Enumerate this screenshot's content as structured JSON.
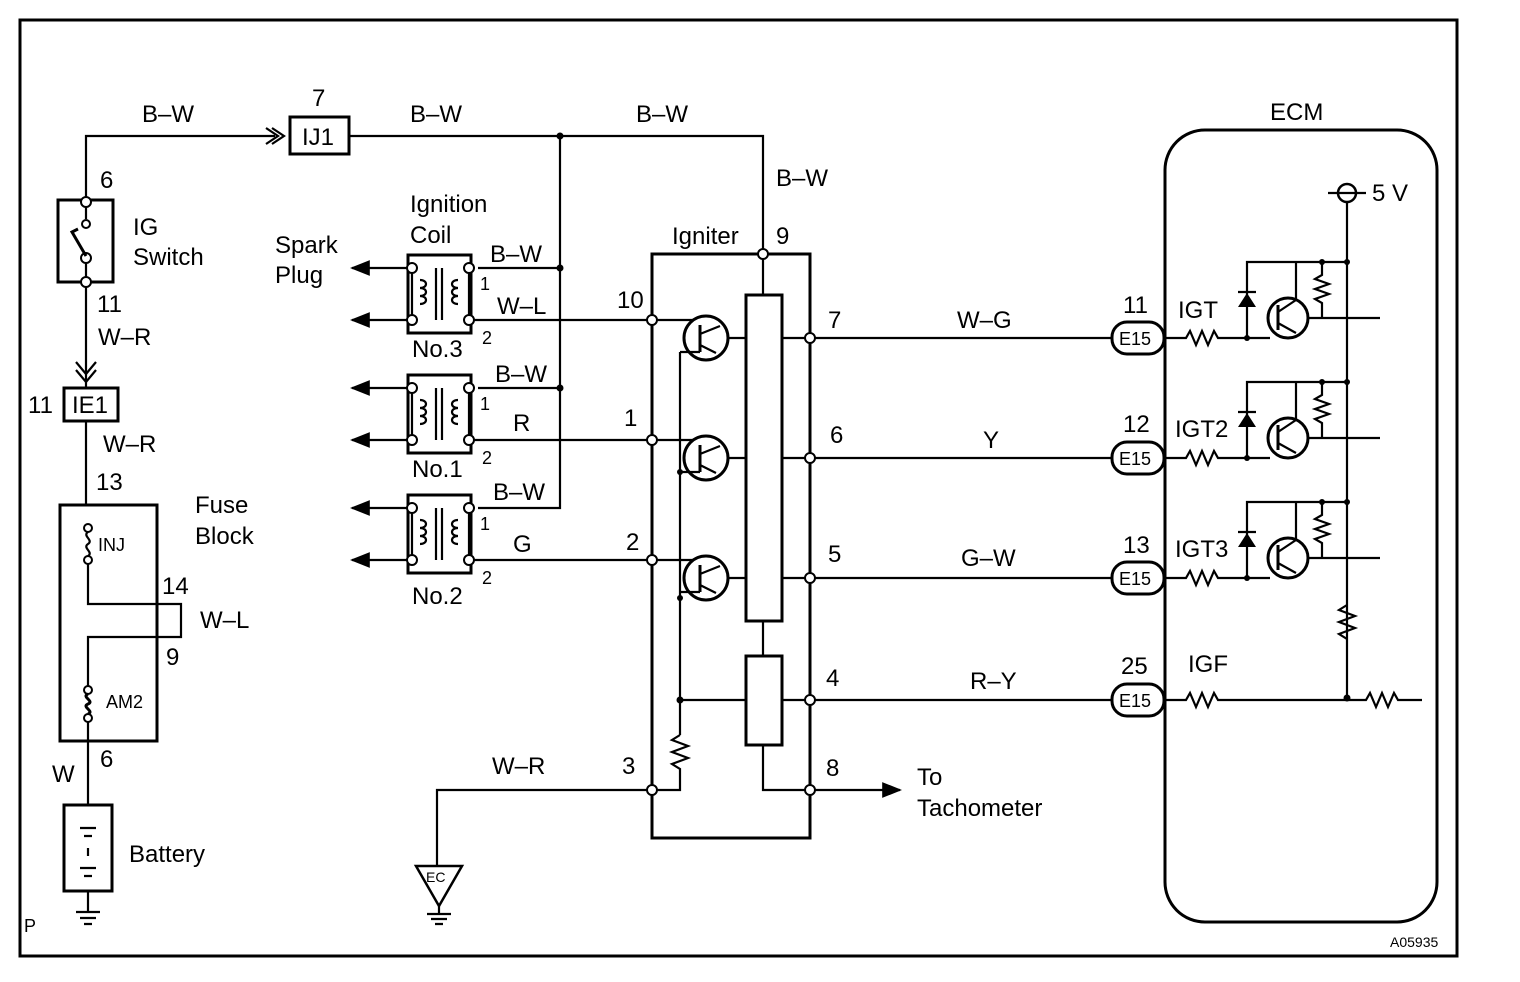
{
  "frame": {
    "corner_letter": "P",
    "figure_id": "A05935"
  },
  "wire_colors": {
    "bw": "B–W",
    "wr": "W–R",
    "wl": "W–L",
    "w": "W",
    "r": "R",
    "g": "G",
    "wg": "W–G",
    "y": "Y",
    "gw": "G–W",
    "ry": "R–Y"
  },
  "ig_switch": {
    "label_line1": "IG",
    "label_line2": "Switch",
    "pin_top": "6",
    "pin_bottom": "11"
  },
  "connector_ij1": {
    "label": "IJ1",
    "pin": "7"
  },
  "connector_ie1": {
    "label": "IE1",
    "pin": "11"
  },
  "fuse_block": {
    "label_line1": "Fuse",
    "label_line2": "Block",
    "fuse_inj": "INJ",
    "fuse_am2": "AM2",
    "pin_13": "13",
    "pin_14": "14",
    "pin_9": "9",
    "pin_6": "6"
  },
  "battery": {
    "label": "Battery"
  },
  "spark_plug": {
    "label_line1": "Spark",
    "label_line2": "Plug"
  },
  "ignition_coil": {
    "label_line1": "Ignition",
    "label_line2": "Coil",
    "coils": [
      "No.3",
      "No.1",
      "No.2"
    ],
    "pin1": "1",
    "pin2": "2"
  },
  "igniter": {
    "label": "Igniter",
    "pins": {
      "p9": "9",
      "p10": "10",
      "p1": "1",
      "p2": "2",
      "p3": "3",
      "p7": "7",
      "p6": "6",
      "p5": "5",
      "p4": "4",
      "p8": "8"
    }
  },
  "ground_ec": {
    "label": "EC"
  },
  "tachometer": {
    "line1": "To",
    "line2": "Tachometer"
  },
  "ecm": {
    "label": "ECM",
    "supply": "5 V",
    "connector": "E15",
    "signals": [
      {
        "pin": "11",
        "name": "IGT"
      },
      {
        "pin": "12",
        "name": "IGT2"
      },
      {
        "pin": "13",
        "name": "IGT3"
      },
      {
        "pin": "25",
        "name": "IGF"
      }
    ]
  }
}
